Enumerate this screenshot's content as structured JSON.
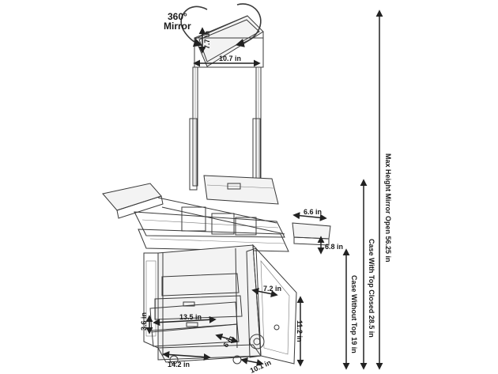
{
  "mirror": {
    "title_line1": "360°",
    "title_line2": "Mirror",
    "height": "7.7 in",
    "width": "10.7 in"
  },
  "tray": {
    "width": "6.6 in",
    "depth": "6.8 in"
  },
  "body": {
    "door_depth": "7.2 in",
    "drawer_width": "13.5 in",
    "drawer_height": "3.6 in",
    "drawer_depth": "6 in",
    "door_height": "11.2 in",
    "base_width": "14.2 in",
    "base_depth": "10.1 in"
  },
  "heights": {
    "max_height": "Max Height Mirror Open 56.25 in",
    "top_closed": "Case With Top Closed 28.5 in",
    "without_top": "Case Without Top 19 in"
  },
  "colors": {
    "line": "#3a3a3a",
    "text": "#1a1a1a",
    "background": "#ffffff"
  }
}
